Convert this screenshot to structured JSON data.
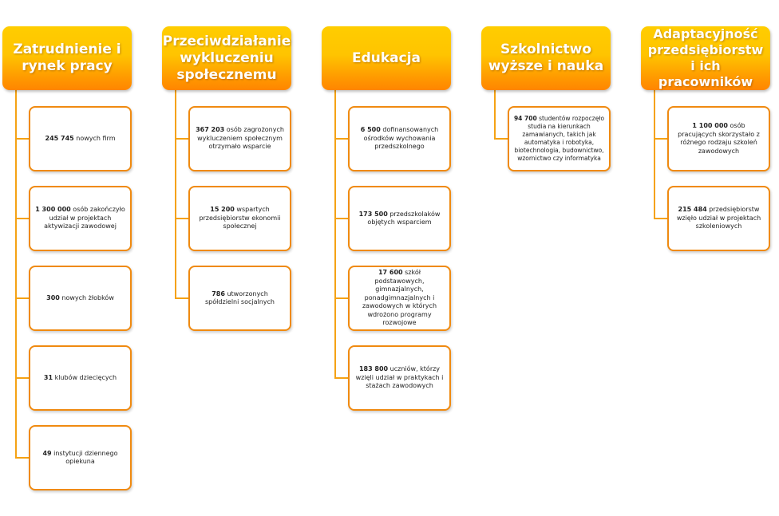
{
  "columns": [
    {
      "title": "Zatrudnienie i rynek pracy",
      "items": [
        {
          "number": "245 745",
          "text": "nowych firm"
        },
        {
          "number": "1 300 000",
          "text": "osób zakończyło udział w projektach aktywizacji zawodowej"
        },
        {
          "number": "300",
          "text": "nowych żłobków"
        },
        {
          "number": "31",
          "text": "klubów dziecięcych"
        },
        {
          "number": "49",
          "text": "instytucji dziennego opiekuna"
        }
      ]
    },
    {
      "title": "Przeciwdziałanie wykluczeniu społecznemu",
      "items": [
        {
          "number": "367 203",
          "text": "osób zagrożonych wykluczeniem społecznym otrzymało wsparcie"
        },
        {
          "number": "15 200",
          "text": "wspartych przedsiębiorstw ekonomii społecznej"
        },
        {
          "number": "786",
          "text": "utworzonych spółdzielni socjalnych"
        }
      ]
    },
    {
      "title": "Edukacja",
      "items": [
        {
          "number": "6 500",
          "text": "dofinansowanych ośrodków wychowania przedszkolnego"
        },
        {
          "number": "173 500",
          "text": "przedszkolaków objętych wsparciem"
        },
        {
          "number": "17 600",
          "text": "szkół podstawowych, gimnazjalnych, ponadgimnazjalnych i zawodowych w których wdrożono programy rozwojowe"
        },
        {
          "number": "183 800",
          "text": "uczniów, którzy wzięli udział w praktykach i stażach zawodowych"
        }
      ]
    },
    {
      "title": "Szkolnictwo wyższe i nauka",
      "items": [
        {
          "number": "94 700",
          "text": "studentów rozpoczęło studia na kierunkach zamawianych, takich jak automatyka i robotyka, biotechnologia, budownictwo, wzornictwo czy informatyka"
        }
      ]
    },
    {
      "title": "Adaptacyjność przedsiębiorstw i ich pracowników",
      "items": [
        {
          "number": "1 100 000",
          "text": "osób pracujących skorzystało z różnego rodzaju szkoleń zawodowych"
        },
        {
          "number": "215 484",
          "text": "przedsiębiorstw wzięło udział w projektach szkoleniowych"
        }
      ]
    }
  ]
}
